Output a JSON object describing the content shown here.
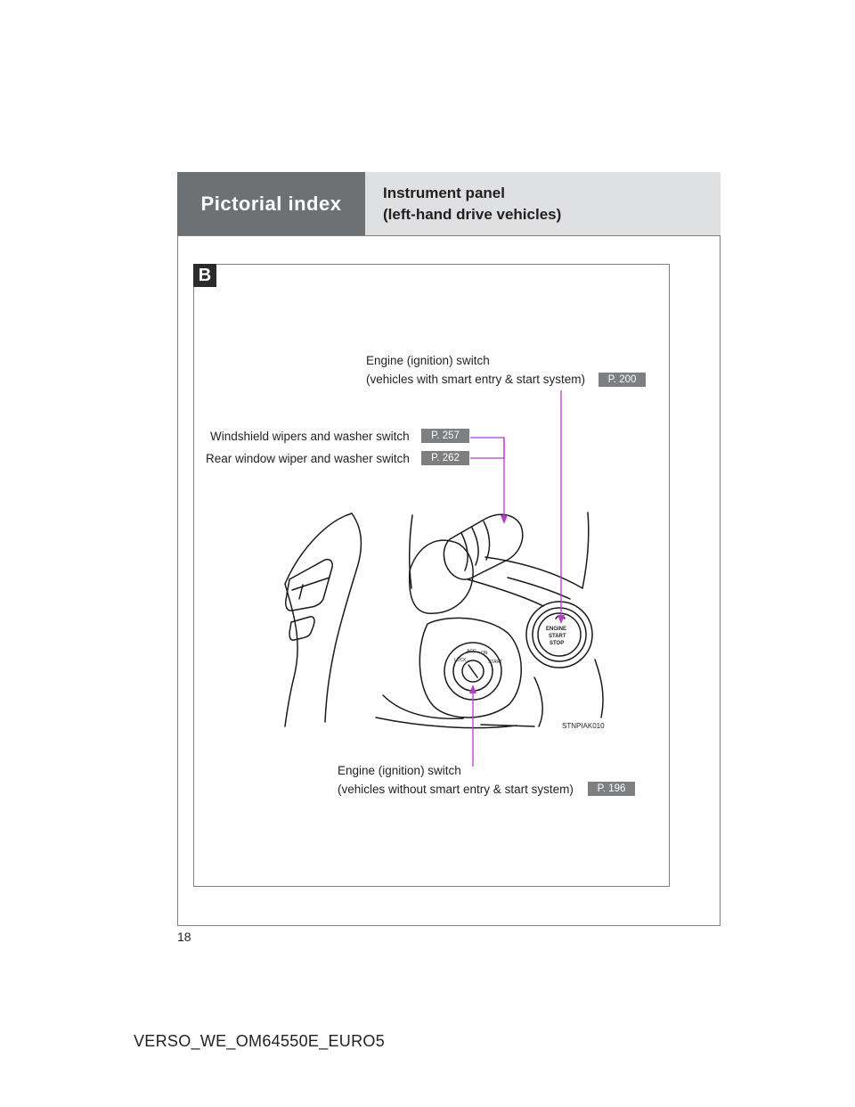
{
  "header": {
    "section": "Pictorial index",
    "title_line1": "Instrument panel",
    "title_line2": "(left-hand drive vehicles)"
  },
  "figure": {
    "section_badge": "B",
    "callouts": {
      "engine_smart": {
        "line1": "Engine (ignition) switch",
        "line2": "(vehicles with smart entry & start system)",
        "page_ref": "P. 200"
      },
      "windshield": {
        "text": "Windshield wipers and washer switch",
        "page_ref": "P. 257"
      },
      "rear_wiper": {
        "text": "Rear window wiper and washer switch",
        "page_ref": "P. 262"
      },
      "engine_key": {
        "line1": "Engine (ignition) switch",
        "line2": "(vehicles without smart entry & start system)",
        "page_ref": "P. 196"
      }
    },
    "illustration_code": "STNPIAK010",
    "button_text": [
      "ENGINE",
      "START",
      "STOP"
    ],
    "key_positions": [
      "LOCK",
      "ACC",
      "ON",
      "START"
    ],
    "callout_color": "#b53bc9"
  },
  "footer": {
    "page_number": "18",
    "doc_code": "VERSO_WE_OM64550E_EURO5"
  }
}
